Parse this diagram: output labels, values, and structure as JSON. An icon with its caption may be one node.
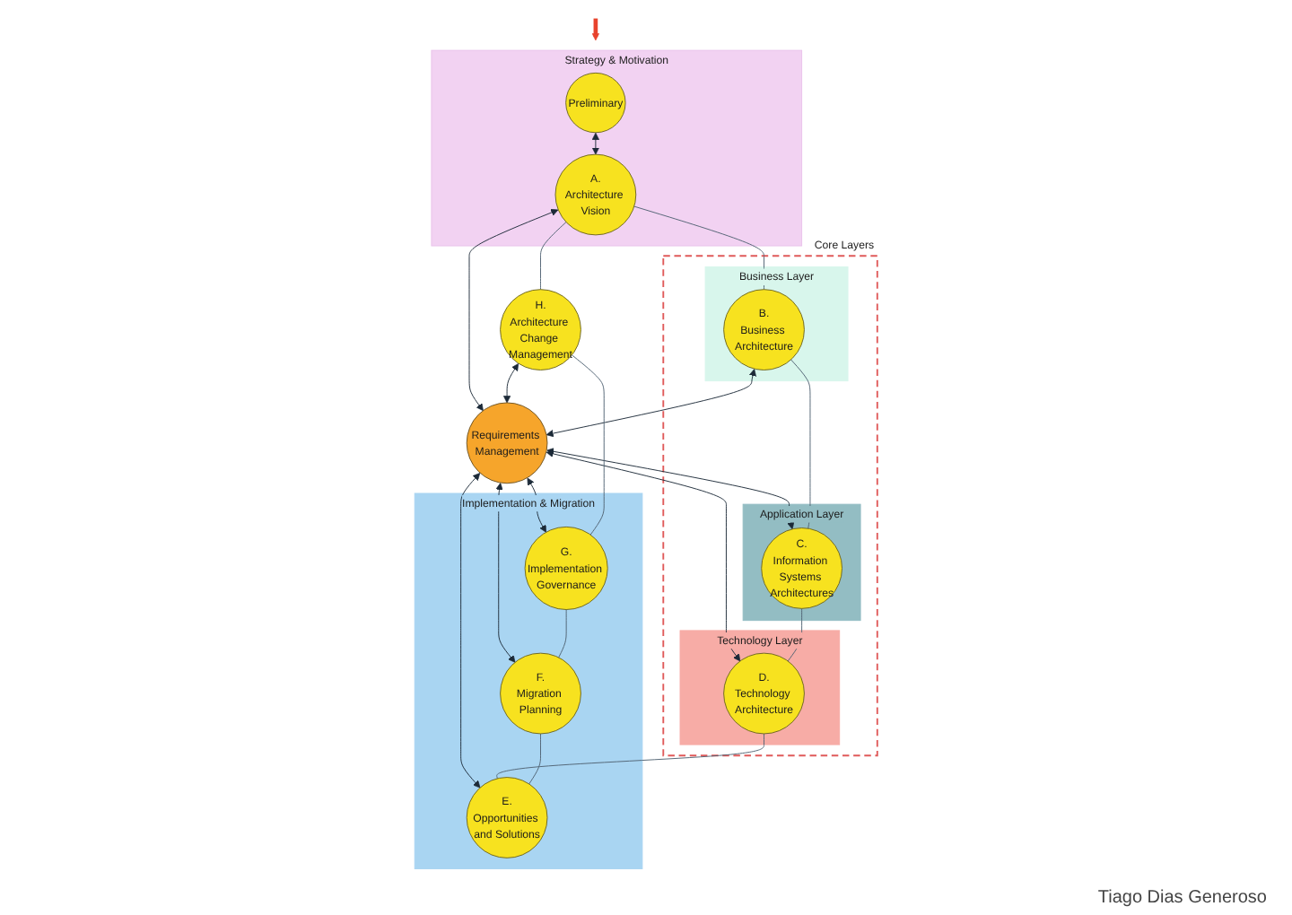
{
  "diagram": {
    "nodes": [
      {
        "text": [
          "Strategy & Motivation"
        ]
      },
      {
        "text": [
          "Preliminary"
        ],
        "in": 0
      },
      {
        "text": [
          "A.",
          "Architecture Vision"
        ],
        "in": 0
      },
      {
        "text": [
          "Core Layers"
        ]
      },
      {
        "text": [
          "Business Layer"
        ],
        "in": 3
      },
      {
        "text": [
          "B.",
          "Business Architecture"
        ],
        "in": 4
      },
      {
        "text": [
          "H.",
          "Architecture Change Management"
        ]
      },
      {
        "text": [
          "Implementation & Migration"
        ]
      },
      {
        "text": [
          "G.",
          "Implementation Governance"
        ],
        "in": 7
      },
      {
        "text": [
          "Requirements Management"
        ]
      },
      {
        "text": [
          "Application Layer"
        ],
        "in": 3
      },
      {
        "text": [
          "C.",
          "Information Systems Architectures"
        ],
        "in": 10
      },
      {
        "text": [
          "Technology Layer"
        ],
        "in": 3
      },
      {
        "text": [
          "D.",
          "Technology Architecture"
        ],
        "in": 12
      },
      {
        "text": [
          "F.",
          "Migration Planning"
        ],
        "in": 7
      },
      {
        "text": [
          "E.",
          "Opportunities and Solutions"
        ],
        "in": 7
      }
    ],
    "edges": [
      {
        "from": null,
        "to": 0,
        "arrow": "to",
        "style": "thick",
        "color": "#e8432d"
      },
      {
        "from": 1,
        "to": 2,
        "arrow": "both"
      },
      {
        "from": 2,
        "to": 9,
        "arrow": "both"
      },
      {
        "from": 5,
        "to": 9,
        "arrow": "both"
      },
      {
        "from": 9,
        "to": 11,
        "arrow": "both"
      },
      {
        "from": 9,
        "to": 13,
        "arrow": "both"
      },
      {
        "from": 9,
        "to": 15,
        "arrow": "both"
      },
      {
        "from": 9,
        "to": 14,
        "arrow": "both"
      },
      {
        "from": 9,
        "to": 8,
        "arrow": "both"
      },
      {
        "from": 6,
        "to": 9,
        "arrow": "both"
      },
      {
        "from": 2,
        "to": 6,
        "arrow": "none",
        "color": "#4f6272"
      },
      {
        "from": 2,
        "to": 5,
        "arrow": "none",
        "color": "#4f6272"
      },
      {
        "from": 5,
        "to": 11,
        "arrow": "none",
        "color": "#4f6272"
      },
      {
        "from": 11,
        "to": 13,
        "arrow": "none",
        "color": "#4f6272"
      },
      {
        "from": 13,
        "to": 15,
        "arrow": "none",
        "color": "#4f6272"
      },
      {
        "from": 14,
        "to": 15,
        "arrow": "none",
        "color": "#4f6272"
      },
      {
        "from": 8,
        "to": 14,
        "arrow": "none",
        "color": "#4f6272"
      },
      {
        "from": 6,
        "to": 8,
        "arrow": "none",
        "color": "#4f6272"
      }
    ],
    "labels": [
      "Tiago Dias Generoso"
    ]
  }
}
